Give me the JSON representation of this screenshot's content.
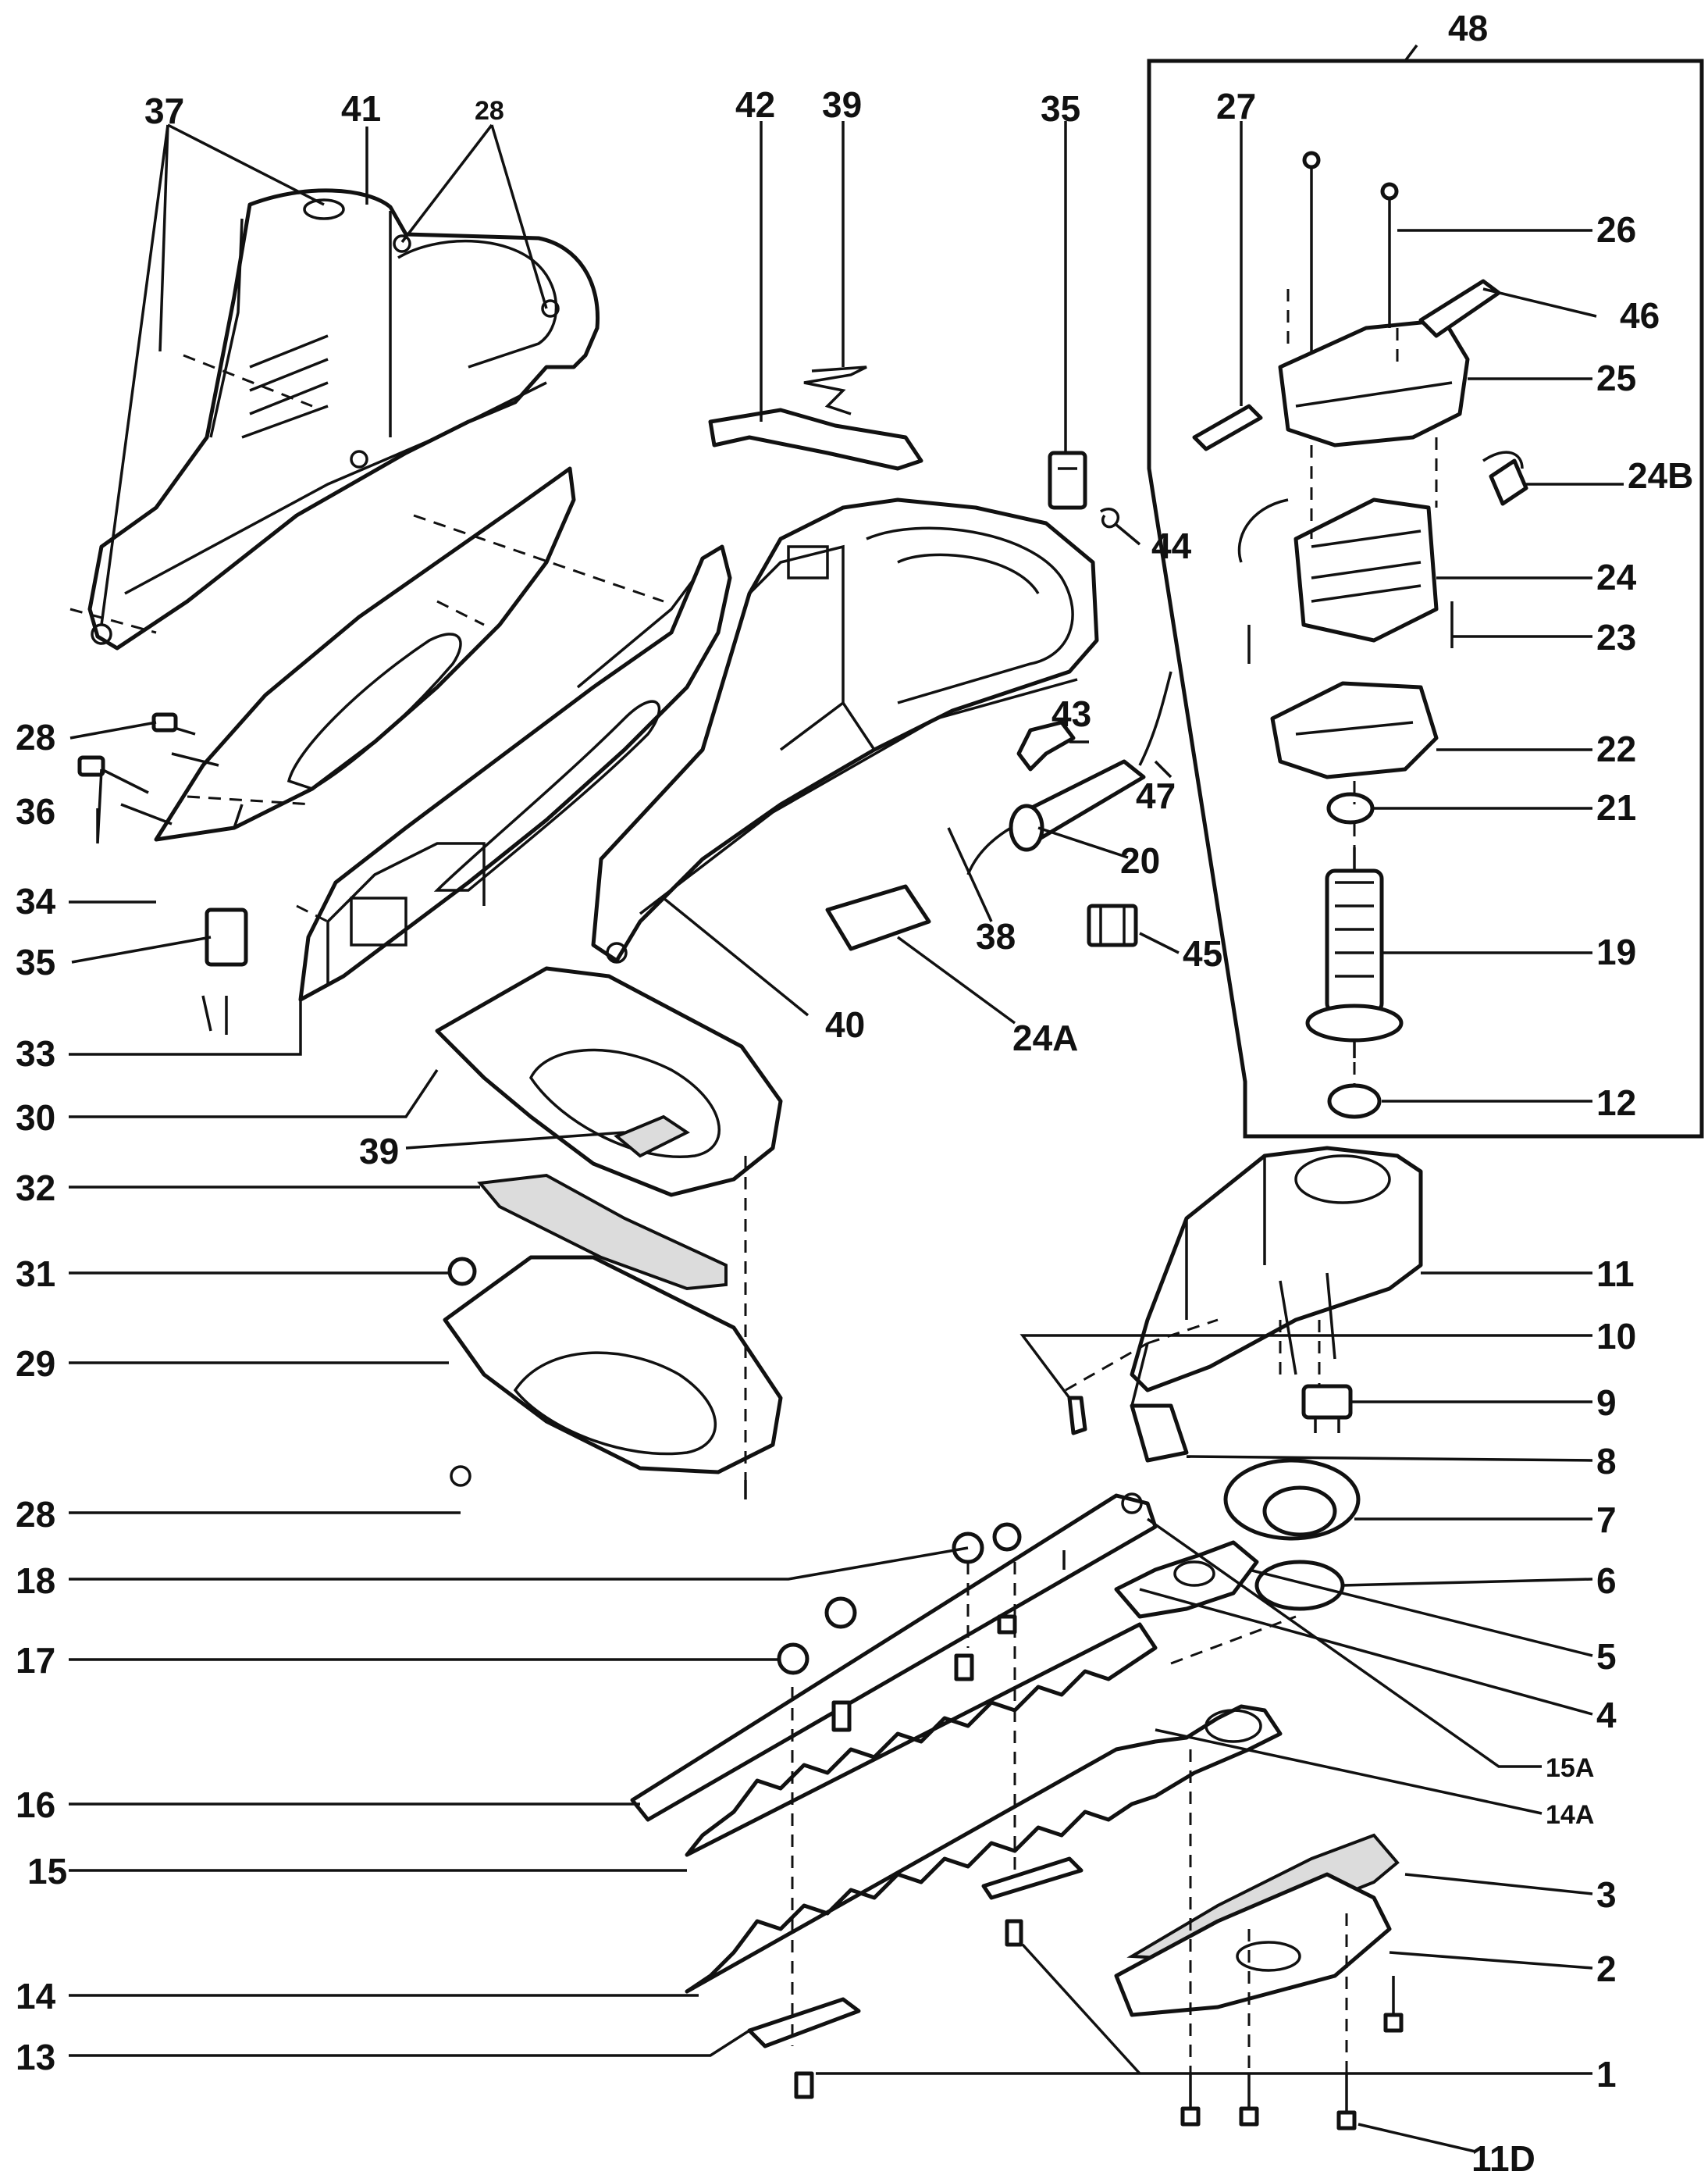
{
  "callouts": {
    "c48": "48",
    "c37": "37",
    "c41": "41",
    "c28a": "28",
    "c42": "42",
    "c39a": "39",
    "c35a": "35",
    "c27": "27",
    "c26": "26",
    "c46": "46",
    "c25": "25",
    "c24b": "24B",
    "c44": "44",
    "c24": "24",
    "c23": "23",
    "c43": "43",
    "c22": "22",
    "c47": "47",
    "c28b": "28",
    "c21": "21",
    "c36": "36",
    "c20": "20",
    "c34": "34",
    "c38": "38",
    "c45": "45",
    "c35b": "35",
    "c19": "19",
    "c40": "40",
    "c24a": "24A",
    "c33": "33",
    "c12": "12",
    "c30": "30",
    "c39b": "39",
    "c32": "32",
    "c11": "11",
    "c31": "31",
    "c10": "10",
    "c29": "29",
    "c9": "9",
    "c8": "8",
    "c28c": "28",
    "c7": "7",
    "c18": "18",
    "c6": "6",
    "c5": "5",
    "c17": "17",
    "c4": "4",
    "c15a": "15A",
    "c16": "16",
    "c14a": "14A",
    "c15": "15",
    "c3": "3",
    "c2": "2",
    "c14": "14",
    "c13": "13",
    "c1": "1",
    "c11d": "11D"
  }
}
